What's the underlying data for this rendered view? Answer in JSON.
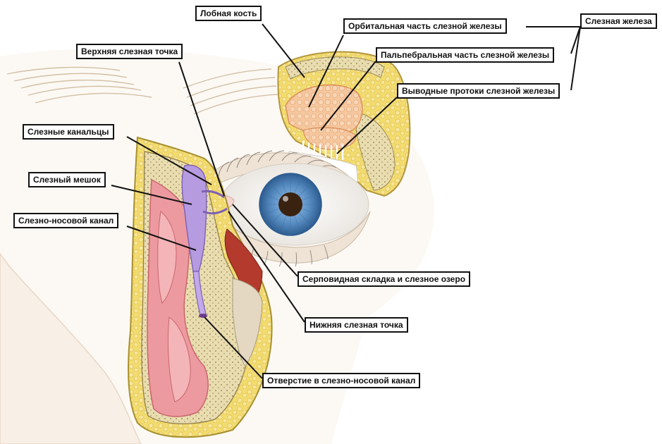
{
  "labels": {
    "frontal_bone": "Лобная кость",
    "orbital_part": "Орбитальная часть слезной железы",
    "lacrimal_gland": "Слезная железа",
    "upper_punctum": "Верхняя слезная точка",
    "palpebral_part": "Пальпебральная часть слезной железы",
    "excretory_ducts": "Выводные протоки слезной железы",
    "canaliculi": "Слезные канальцы",
    "lacrimal_sac": "Слезный мешок",
    "nasolacrimal_duct": "Слезно-носовой канал",
    "semilunar_fold": "Серповидная складка и слезное озеро",
    "lower_punctum": "Нижняя слезная точка",
    "duct_opening": "Отверстие в слезно-носовой канал"
  },
  "colors": {
    "leader_line": "#111111",
    "iris": "#5a8fc4",
    "pupil": "#3a2210",
    "fat": "#f0d86a",
    "bone": "#e8d9a8",
    "lacrimal_sac": "#b79be0",
    "mucosa": "#e9949a",
    "gland": "#f4b98a",
    "skin": "#f7efe6",
    "brow": "#d9c9b2"
  }
}
